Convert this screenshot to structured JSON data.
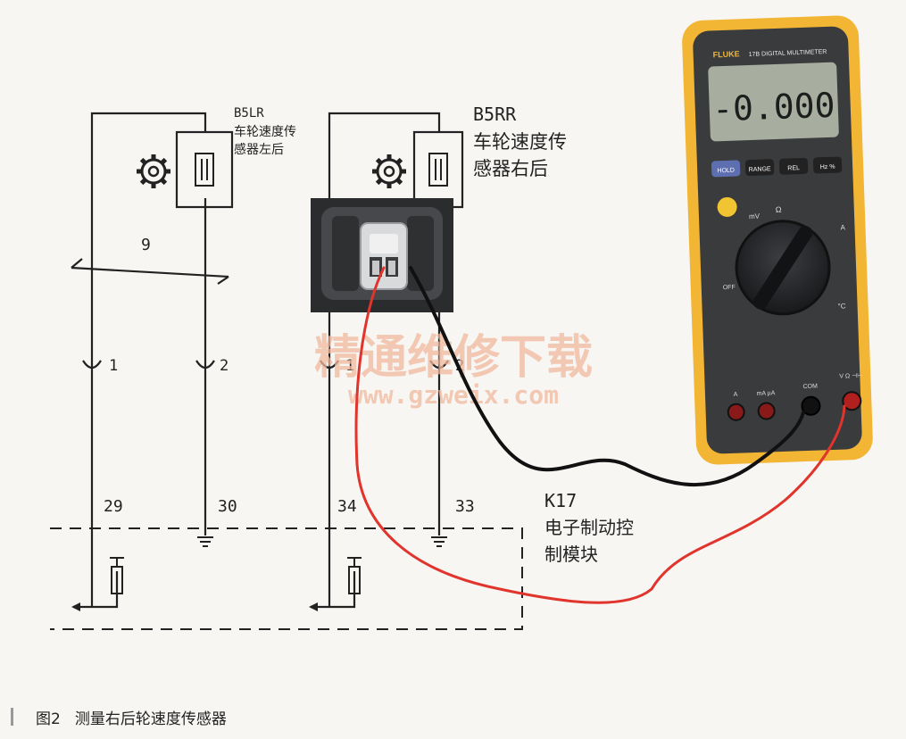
{
  "left_sensor": {
    "code": "B5LR",
    "name_line1": "车轮速度传",
    "name_line2": "感器左后"
  },
  "right_sensor": {
    "code": "B5RR",
    "name_line1": "车轮速度传",
    "name_line2": "感器右后"
  },
  "wire_number": "9",
  "connector_pins": [
    "1",
    "2",
    "1",
    "2"
  ],
  "module_pins": [
    "29",
    "30",
    "34",
    "33"
  ],
  "module": {
    "code": "K17",
    "name_line1": "电子制动控",
    "name_line2": "制模块"
  },
  "watermark": {
    "title": "精通维修下载",
    "url": "www.gzweix.com"
  },
  "multimeter": {
    "brand": "FLUKE",
    "model": "17B DIGITAL MULTIMETER",
    "display": "-0.000",
    "buttons": [
      "HOLD",
      "RANGE",
      "REL",
      "Hz %"
    ],
    "jacks": [
      "A",
      "mA µA",
      "COM",
      "V Ω ⊣⊢"
    ],
    "dial_labels": [
      "OFF",
      "mV",
      "Ω",
      "A",
      "°C"
    ]
  },
  "caption": {
    "figure": "图2",
    "text": "测量右后轮速度传感器"
  },
  "colors": {
    "red_lead": "#e0342c",
    "black_lead": "#111111",
    "meter_case": "#f2b534",
    "meter_body": "#3a3b3d"
  }
}
